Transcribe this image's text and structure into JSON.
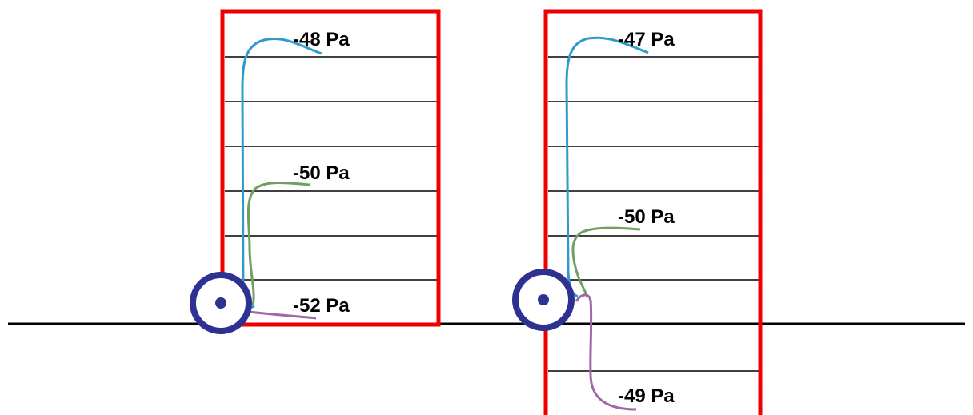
{
  "colors": {
    "background": "#ffffff",
    "building_outline": "#ee0000",
    "floor_line": "#404040",
    "ground_line": "#000000",
    "shaft_marker": "#2e3192",
    "curve_top": "#2e9ccb",
    "curve_middle": "#6fa062",
    "curve_bottom": "#a066a8"
  },
  "left_building": {
    "labels": {
      "top": "-48 Pa",
      "middle": "-50 Pa",
      "bottom": "-52 Pa"
    }
  },
  "right_building": {
    "labels": {
      "top": "-47 Pa",
      "middle": "-50 Pa",
      "bottom": "-49 Pa"
    }
  }
}
